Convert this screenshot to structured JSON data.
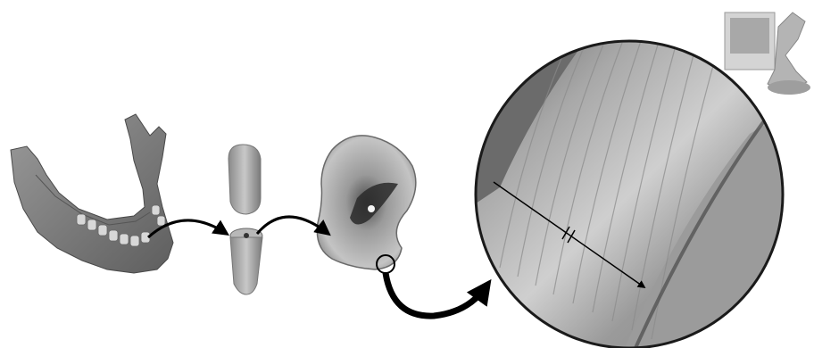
{
  "figure": {
    "steps": [
      {
        "id": "mandible",
        "icon": "jaw-bone-icon"
      },
      {
        "id": "extracted-tooth",
        "icon": "tooth-icon"
      },
      {
        "id": "tooth-cross-section",
        "icon": "tooth-section-icon"
      },
      {
        "id": "cementum-micrograph",
        "icon": "magnified-view-icon"
      },
      {
        "id": "microscope",
        "icon": "microscope-icon"
      }
    ],
    "palette": {
      "background": "#ffffff",
      "bone": "#8a8a8a",
      "arrow": "#000000",
      "micrograph": "#bdbdbd"
    }
  }
}
